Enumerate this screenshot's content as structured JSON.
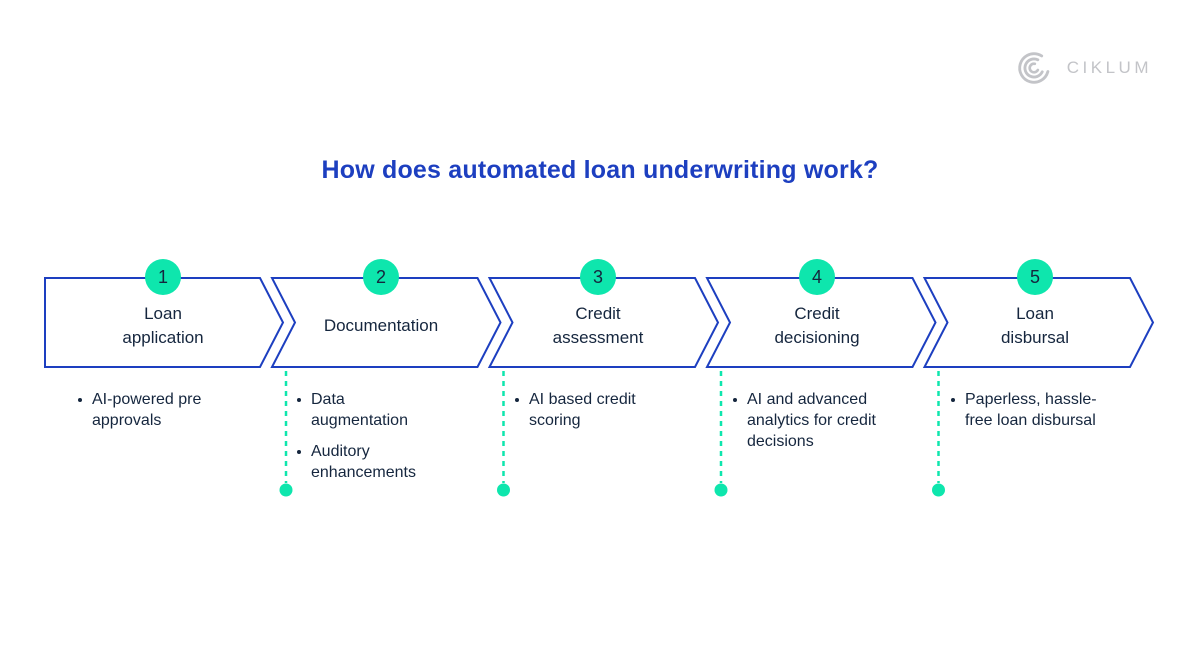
{
  "logo": {
    "text": "CIKLUM"
  },
  "title": "How does automated loan underwriting work?",
  "steps": [
    {
      "number": "1",
      "label": "Loan\napplication",
      "bullets": [
        "AI-powered pre\napprovals"
      ]
    },
    {
      "number": "2",
      "label": "Documentation",
      "bullets": [
        "Data\naugmentation",
        "Auditory\nenhancements"
      ]
    },
    {
      "number": "3",
      "label": "Credit\nassessment",
      "bullets": [
        "AI based credit\nscoring"
      ]
    },
    {
      "number": "4",
      "label": "Credit\ndecisioning",
      "bullets": [
        "AI and advanced\nanalytics for credit\ndecisions"
      ]
    },
    {
      "number": "5",
      "label": "Loan\ndisbursal",
      "bullets": [
        "Paperless, hassle-\nfree loan disbursal"
      ]
    }
  ],
  "colors": {
    "blue": "#1d3fc0",
    "teal": "#0ee6ad",
    "navy": "#15263e",
    "logo-gray": "#c3c4c8"
  }
}
